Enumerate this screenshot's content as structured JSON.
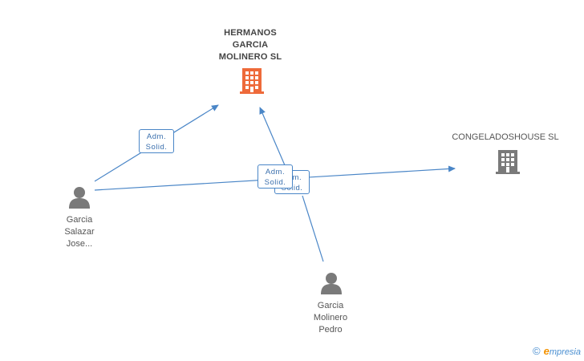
{
  "colors": {
    "edge": "#4a86c7",
    "company_primary": "#ee6a3a",
    "company_secondary": "#7a7a7a",
    "person": "#7a7a7a"
  },
  "nodes": {
    "main_company": {
      "lines": [
        "HERMANOS",
        "GARCIA",
        "MOLINERO SL"
      ],
      "icon": "building-icon"
    },
    "congelados": {
      "lines": [
        "CONGELADOSHOUSE SL"
      ],
      "icon": "building-icon"
    },
    "person_salazar": {
      "lines": [
        "Garcia",
        "Salazar",
        "Jose..."
      ],
      "icon": "person-icon"
    },
    "person_molinero": {
      "lines": [
        "Garcia",
        "Molinero",
        "Pedro"
      ],
      "icon": "person-icon"
    }
  },
  "edges": [
    {
      "from": "person_salazar",
      "to": "main_company",
      "role_lines": [
        "Adm.",
        "Solid."
      ]
    },
    {
      "from": "person_salazar",
      "to": "congelados",
      "role_lines": [
        "Adm.",
        "Solid."
      ]
    },
    {
      "from": "person_molinero",
      "to": "main_company",
      "role_lines": [
        "Adm.",
        "Solid."
      ]
    }
  ],
  "footer": {
    "copyright_symbol": "©",
    "brand_first": "e",
    "brand_rest": "mpresia"
  }
}
